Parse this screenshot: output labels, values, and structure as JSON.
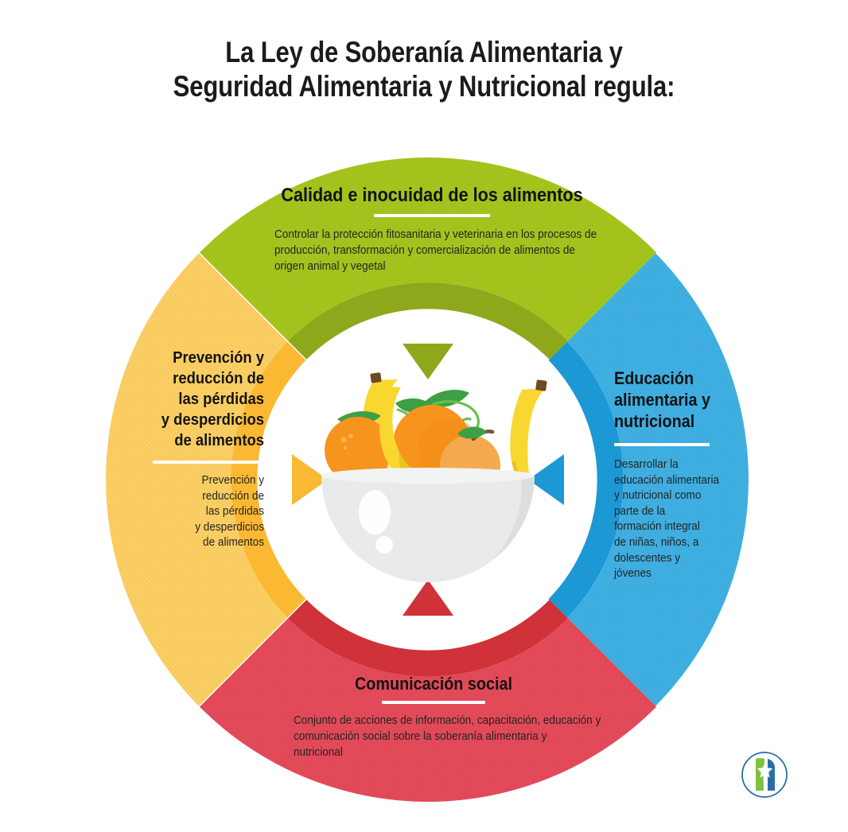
{
  "title": {
    "line1": "La Ley de Soberanía Alimentaria y",
    "line2": "Seguridad Alimentaria y Nutricional regula:"
  },
  "colors": {
    "green_light": "#A4C41D",
    "green_dark": "#8EA81C",
    "blue_light": "#3FAFE2",
    "blue_dark": "#1C98D4",
    "red_light": "#E34A59",
    "red_dark": "#CF3238",
    "orange_light": "#FBCE63",
    "orange_dark": "#FBB832",
    "text_dark": "#1A1A1A",
    "rule_white": "#FFFFFF",
    "logo_green": "#7FBF3F",
    "logo_blue": "#2A6EA6",
    "bowl": "#E9EBEA",
    "banana": "#F8D730",
    "orange_fruit": "#F7941E",
    "peach": "#F5A94E",
    "leaf": "#3DA047"
  },
  "segments": [
    {
      "key": "green",
      "position": "top",
      "name": "calidad-e-inocuidad",
      "title": "Calidad e inocuidad de los alimentos",
      "body": "Controlar la protección fitosanitaria y veterinaria en los procesos de producción, transformación y comercialización de alimentos de origen animal y vegetal",
      "body_lines": [
        "Controlar la protección fitosanitaria y veterinaria en los procesos de",
        "producción, transformación y comercialización de alimentos de",
        "origen animal y vegetal"
      ],
      "color": "#A4C41D",
      "color_dark": "#8EA81C"
    },
    {
      "key": "blue",
      "position": "right",
      "name": "educacion-alimentaria-y-nutricional",
      "title": "Educación alimentaria y nutricional",
      "title_lines": [
        "Educación",
        "alimentaria y",
        "nutricional"
      ],
      "body": "Desarrollar la educación alimentaria y nutricional como parte de la formación integral de niñas, niños, a dolescentes y jóvenes",
      "body_lines": [
        "Desarrollar la",
        "educación alimentaria",
        "y nutricional como",
        "parte de la",
        "formación integral",
        "de niñas, niños, a",
        "dolescentes y",
        " jóvenes"
      ],
      "color": "#3FAFE2",
      "color_dark": "#1C98D4"
    },
    {
      "key": "red",
      "position": "bottom",
      "name": "comunicacion-social",
      "title": "Comunicación social",
      "body": "Conjunto de acciones de información, capacitación, educación y comunicación social sobre la soberanía alimentaria y nutricional",
      "body_lines": [
        "Conjunto de acciones de información, capacitación, educación y",
        "comunicación social sobre la soberanía alimentaria y",
        "nutricional"
      ],
      "color": "#E34A59",
      "color_dark": "#CF3238"
    },
    {
      "key": "orange",
      "position": "left",
      "name": "prevencion-y-reduccion-de-perdidas",
      "title": "Prevención y reducción de las pérdidas y desperdicios de alimentos",
      "title_lines": [
        "Prevención y",
        "reducción de",
        "las pérdidas",
        "y desperdicios",
        "de alimentos"
      ],
      "body": "Prevención y reducción de las pérdidas y desperdicios de alimentos",
      "body_lines": [
        "Prevención y",
        "reducción de",
        "las pérdidas",
        "y desperdicios",
        "de alimentos"
      ],
      "color": "#FBCE63",
      "color_dark": "#FBB832"
    }
  ],
  "center_illustration": {
    "name": "fruit-bowl-illustration",
    "items": [
      "banana",
      "orange",
      "orange",
      "peach",
      "banana",
      "bowl",
      "leaf"
    ]
  },
  "logo": {
    "name": "organization-logo",
    "description": "circular logo with green and blue bars and white star"
  }
}
